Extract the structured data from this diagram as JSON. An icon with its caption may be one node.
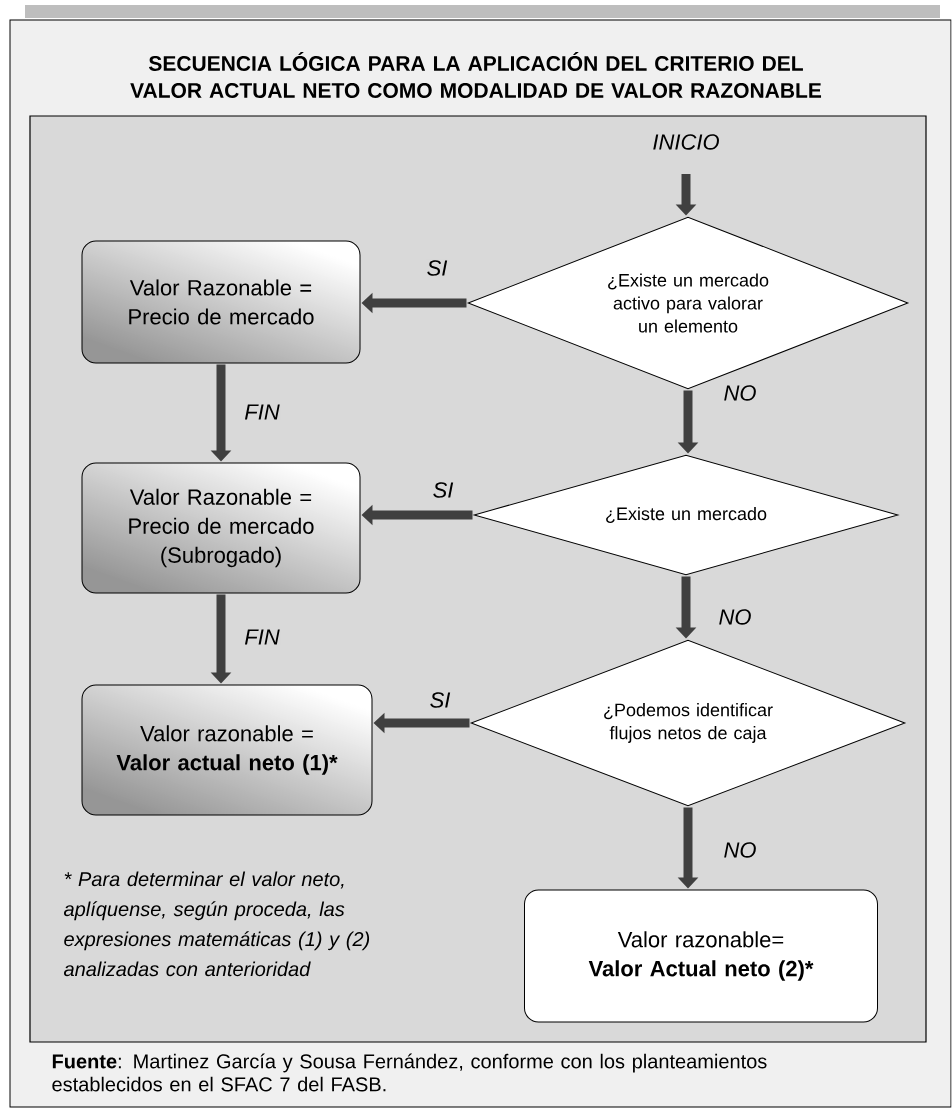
{
  "diagram": {
    "title": "SECUENCIA LÓGICA PARA LA APLICACIÓN DEL CRITERIO DEL VALOR ACTUAL NETO COMO MODALIDAD DE VALOR RAZONABLE",
    "caption": "**Fuente**: Martinez García y Sousa Fernández, conforme con los planteamientos establecidos en el SFAC 7 del FASB.",
    "nodes": [
      {
        "text": [
          "INICIO"
        ]
      },
      {
        "text": [
          "¿Existe un mercado activo para valorar un elemento"
        ]
      },
      {
        "text": [
          "Valor Razonable = Precio de mercado"
        ]
      },
      {
        "text": [
          "¿Existe un mercado"
        ]
      },
      {
        "text": [
          "Valor Razonable = Precio de mercado (Subrogado)"
        ]
      },
      {
        "text": [
          "¿Podemos identificar flujos netos de caja"
        ]
      },
      {
        "text": [
          "Valor razonable =",
          "Valor actual neto (1)*"
        ]
      },
      {
        "text": [
          "Valor razonable=",
          "Valor Actual neto (2)*"
        ]
      }
    ],
    "edges": [
      {
        "from": 0,
        "to": 1,
        "arrow": "to"
      },
      {
        "from": 1,
        "to": 2,
        "arrow": "to",
        "label": "SI"
      },
      {
        "from": 1,
        "to": 3,
        "arrow": "to",
        "label": "NO"
      },
      {
        "from": 2,
        "to": 4,
        "arrow": "to",
        "label": "FIN"
      },
      {
        "from": 3,
        "to": 4,
        "arrow": "to",
        "label": "SI"
      },
      {
        "from": 3,
        "to": 5,
        "arrow": "to",
        "label": "NO"
      },
      {
        "from": 4,
        "to": 6,
        "arrow": "to",
        "label": "FIN"
      },
      {
        "from": 5,
        "to": 6,
        "arrow": "to",
        "label": "SI"
      },
      {
        "from": 5,
        "to": 7,
        "arrow": "to",
        "label": "NO"
      }
    ],
    "labels": [
      "* Para determinar el valor neto, aplíquense, según proceda, las expresiones matemáticas (1) y (2) analizadas con anterioridad"
    ]
  }
}
